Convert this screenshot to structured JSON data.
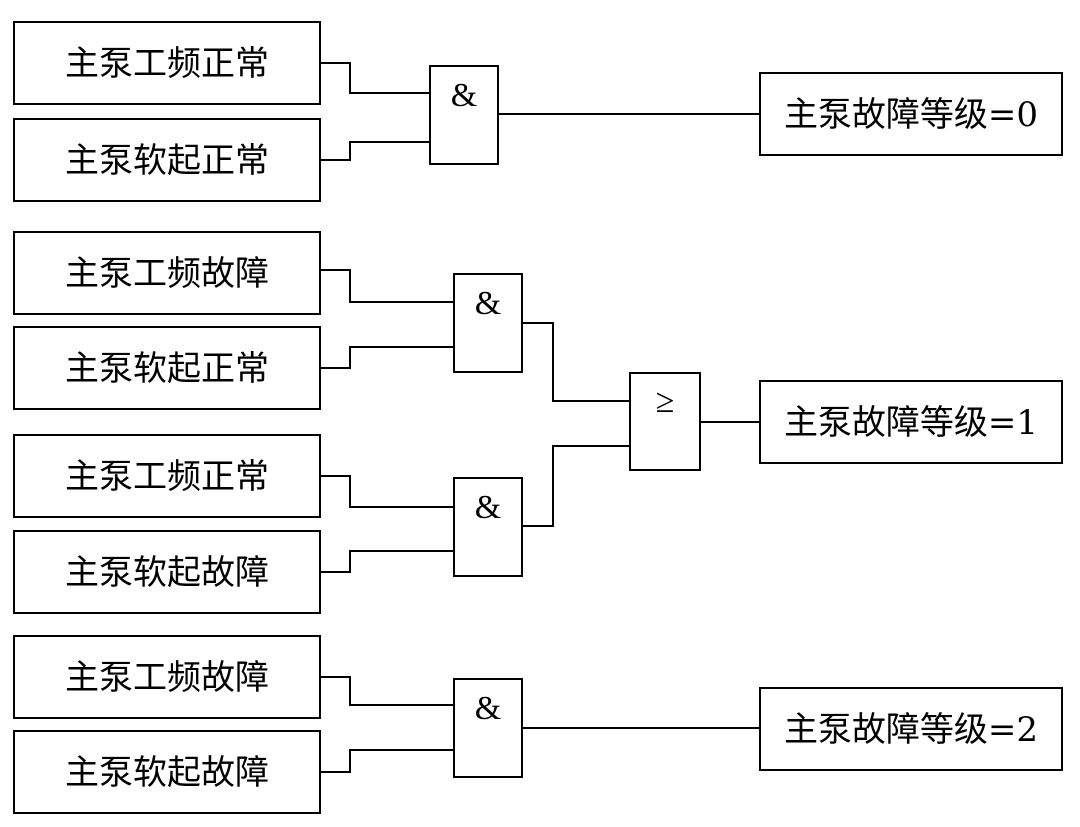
{
  "inputs": [
    "主泵工频正常",
    "主泵软起正常",
    "主泵工频故障",
    "主泵软起正常",
    "主泵工频正常",
    "主泵软起故障",
    "主泵工频故障",
    "主泵软起故障"
  ],
  "gates": {
    "and": "&",
    "or": "≥"
  },
  "outputs": [
    "主泵故障等级=0",
    "主泵故障等级=1",
    "主泵故障等级=2"
  ]
}
